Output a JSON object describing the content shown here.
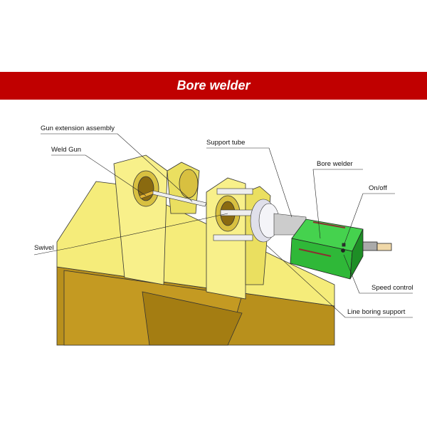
{
  "header": {
    "title": "Bore welder"
  },
  "colors": {
    "banner": "#c00000",
    "bucket": "#f5ec7a",
    "bucket_shadow": "#9a7a10",
    "welder": "#2fc63a"
  },
  "labels": {
    "gun_extension": "Gun extension assembly",
    "weld_gun": "Weld Gun",
    "support_tube": "Support tube",
    "bore_welder": "Bore welder",
    "on_off": "On/off",
    "swivel": "Swivel",
    "speed_control": "Speed control",
    "line_boring_support": "Line boring support"
  }
}
